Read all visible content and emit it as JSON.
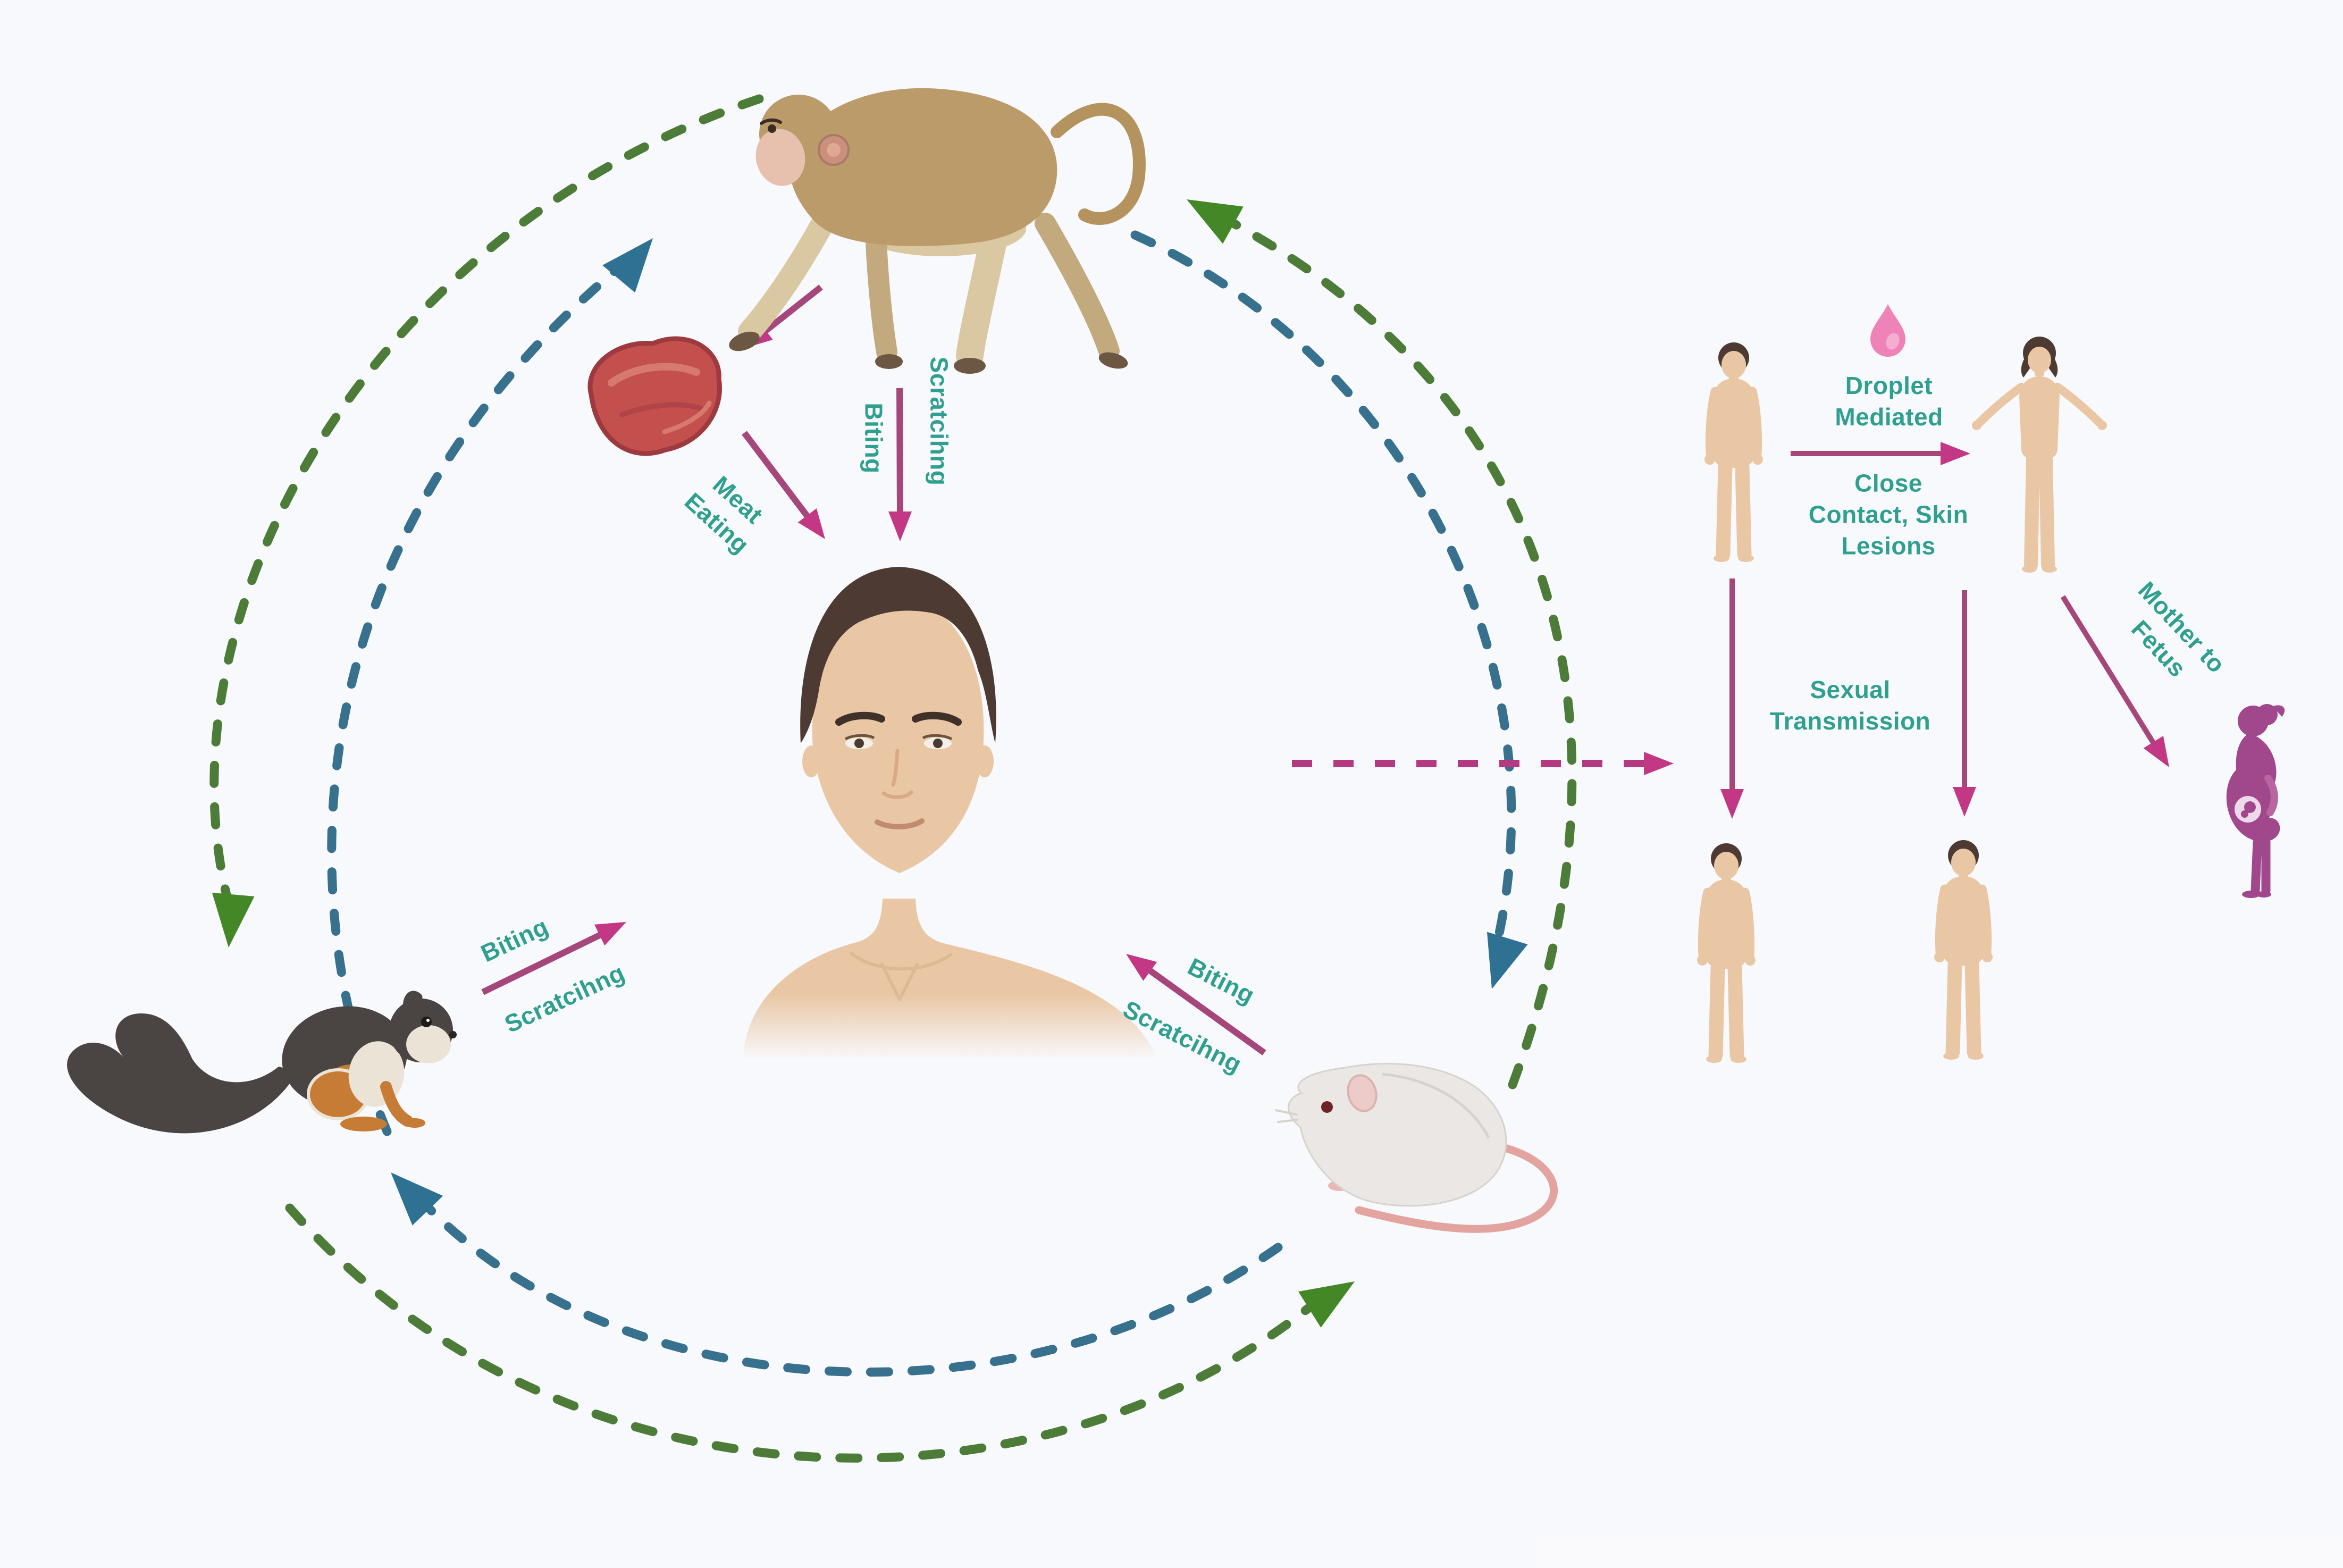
{
  "colors": {
    "background": "#f8f9fd",
    "teal_label": "#2f9f90",
    "pink_arrow": "#a6477c",
    "pink_arrowhead": "#c23884",
    "green_dashed": "#4d7c38",
    "blue_dashed": "#38718d",
    "droplet_pink": "#ef82b6",
    "pregnant_magenta": "#a1478c",
    "skin": "#eac7a4",
    "hair_brown": "#4d3a33"
  },
  "cycle": {
    "monkey_arrow": {
      "biting": "Biting",
      "scratching": "Scratcihng"
    },
    "meat_arrow": {
      "label": "Meat\nEating"
    },
    "squirrel_arrow": {
      "biting": "Biting",
      "scratching": "Scratcihng"
    },
    "rat_arrow": {
      "biting": "Biting",
      "scratching": "Scratcihng"
    },
    "figures": [
      "monkey-icon",
      "raw-meat-icon",
      "human-bust-icon",
      "squirrel-icon",
      "rat-icon"
    ]
  },
  "panel": {
    "droplet_mediated": "Droplet\nMediated",
    "close_contact": "Close\nContact, Skin\nLesions",
    "sexual_transmission": "Sexual\nTransmission",
    "mother_to_fetus": "Mother to\nFetus",
    "figures": [
      "droplet-icon",
      "man-icon",
      "woman-icon",
      "infected-man-icon",
      "infected-man-icon",
      "pregnant-woman-icon"
    ]
  }
}
